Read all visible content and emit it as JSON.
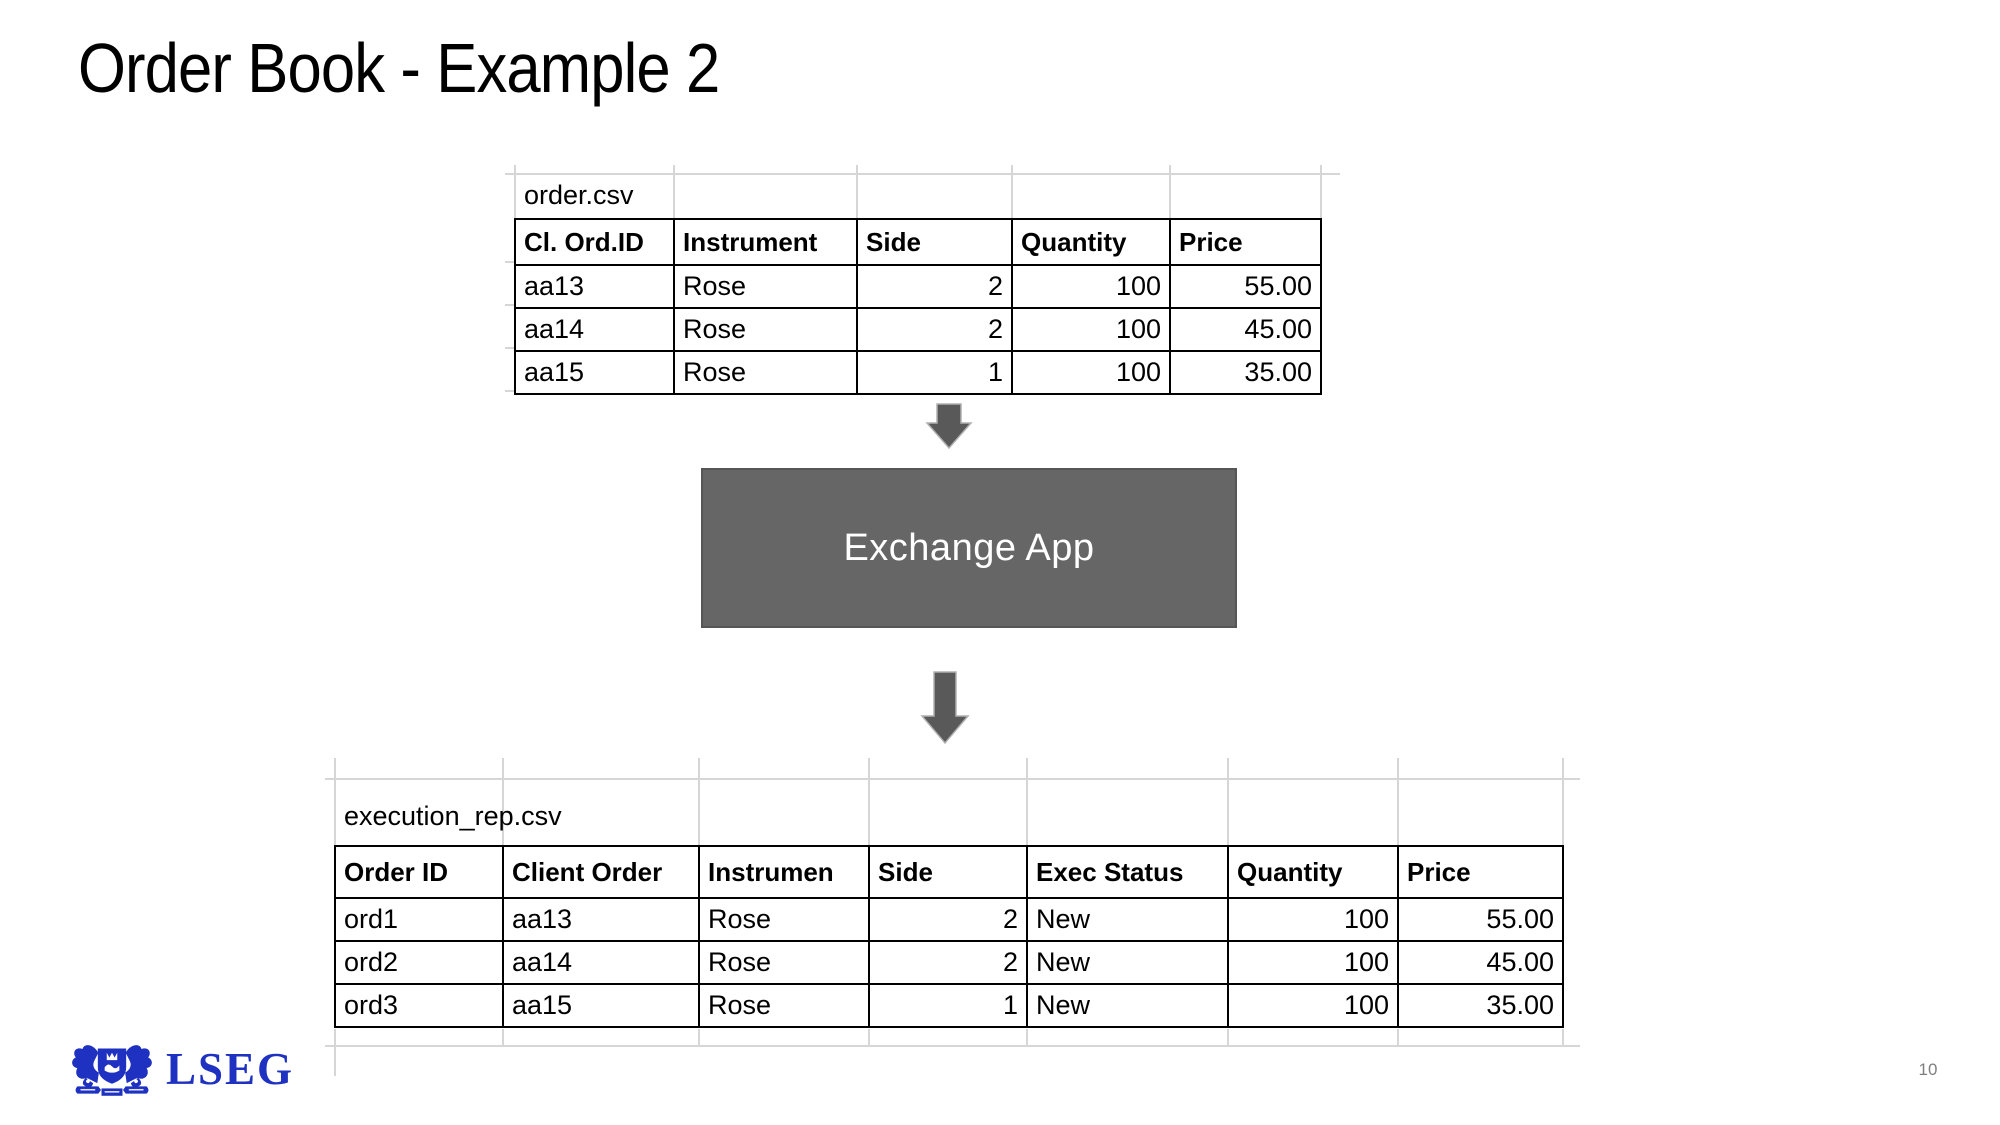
{
  "slide": {
    "title": "Order Book - Example 2",
    "page_number": "10"
  },
  "order_table": {
    "file_label": "order.csv",
    "columns": [
      "Cl. Ord.ID",
      "Instrument",
      "Side",
      "Quantity",
      "Price"
    ],
    "rows": [
      [
        "aa13",
        "Rose",
        "2",
        "100",
        "55.00"
      ],
      [
        "aa14",
        "Rose",
        "2",
        "100",
        "45.00"
      ],
      [
        "aa15",
        "Rose",
        "1",
        "100",
        "35.00"
      ]
    ]
  },
  "execution_table": {
    "file_label": "execution_rep.csv",
    "columns": [
      "Order ID",
      "Client Order",
      "Instrumen",
      "Side",
      "Exec Status",
      "Quantity",
      "Price"
    ],
    "rows": [
      [
        "ord1",
        "aa13",
        "Rose",
        "2",
        "New",
        "100",
        "55.00"
      ],
      [
        "ord2",
        "aa14",
        "Rose",
        "2",
        "New",
        "100",
        "45.00"
      ],
      [
        "ord3",
        "aa15",
        "Rose",
        "1",
        "New",
        "100",
        "35.00"
      ]
    ]
  },
  "exchange_box": {
    "label": "Exchange App",
    "fill_color": "#666666",
    "text_color": "#ffffff"
  },
  "brand": {
    "name": "LSEG",
    "color": "#1e31c1"
  },
  "icons": {
    "down_arrow_small": "down-arrow",
    "down_arrow_large": "down-arrow",
    "crest": "lseg-crest"
  },
  "colors": {
    "arrow_gray": "#595959",
    "table_border": "#000000",
    "gridline_gray": "#d6d6d6",
    "page_number_gray": "#7f7f7f"
  }
}
